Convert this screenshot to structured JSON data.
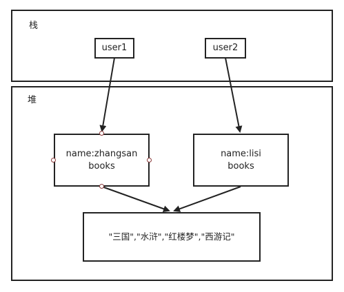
{
  "regions": {
    "stack": {
      "label": "栈"
    },
    "heap": {
      "label": "堆"
    }
  },
  "nodes": {
    "user1": {
      "label": "user1"
    },
    "user2": {
      "label": "user2"
    },
    "zhangsan": {
      "line1": "name:zhangsan",
      "line2": "books"
    },
    "lisi": {
      "line1": "name:lisi",
      "line2": "books"
    },
    "books_array": {
      "label": "\"三国\",\"水浒\",\"红楼梦\",\"西游记\""
    }
  },
  "colors": {
    "stroke": "#222222",
    "port_stroke": "#8a3a3a",
    "background": "#ffffff"
  }
}
